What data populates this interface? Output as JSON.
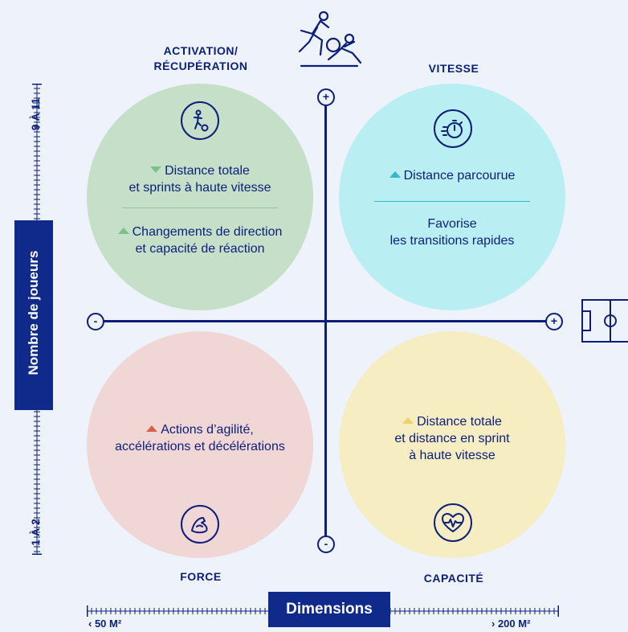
{
  "quadrants": {
    "top_left": {
      "title": "ACTIVATION/\nRÉCUPÉRATION",
      "title_line1": "ACTIVATION/",
      "title_line2": "RÉCUPÉRATION",
      "color": "#c6dfc8",
      "icon": "player-ball-icon",
      "item1_trend": "down",
      "item1_line1": "Distance totale",
      "item1_line2": "et sprints à haute vitesse",
      "item2_trend": "up",
      "item2_line1": "Changements de direction",
      "item2_line2": "et capacité de réaction"
    },
    "top_right": {
      "title": "VITESSE",
      "color": "#b9eef2",
      "icon": "stopwatch-icon",
      "item1_trend": "up",
      "item1_line1": "Distance parcourue",
      "item2_line1": "Favorise",
      "item2_line2": "les transitions rapides"
    },
    "bottom_left": {
      "title": "FORCE",
      "color": "#f1d6d6",
      "icon": "muscle-arm-icon",
      "item1_trend": "up",
      "item1_line1": "Actions d’agilité,",
      "item1_line2": "accélérations et décélérations"
    },
    "bottom_right": {
      "title": "CAPACITÉ",
      "color": "#f6edc3",
      "icon": "heart-pulse-icon",
      "item1_trend": "up",
      "item1_line1": "Distance totale",
      "item1_line2": "et distance en sprint",
      "item1_line3": "à haute vitesse"
    }
  },
  "axes": {
    "vertical_plus": "+",
    "vertical_minus": "-",
    "horizontal_plus": "+",
    "horizontal_minus": "-",
    "y_axis_label": "Nombre de joueurs",
    "y_top": "9 À 11",
    "y_bottom": "1 À 2",
    "x_axis_label": "Dimensions",
    "x_left": "‹ 50 M²",
    "x_right": "› 200 M²"
  },
  "colors": {
    "navy": "#0b1f7a",
    "background": "#eef3fb",
    "tri_green": "#7cc08a",
    "tri_cyan": "#35b8cc",
    "tri_red": "#d9614a",
    "tri_yellow": "#f2cf6a"
  },
  "decor_icons": [
    "soccer-players-icon",
    "soccer-field-icon"
  ]
}
